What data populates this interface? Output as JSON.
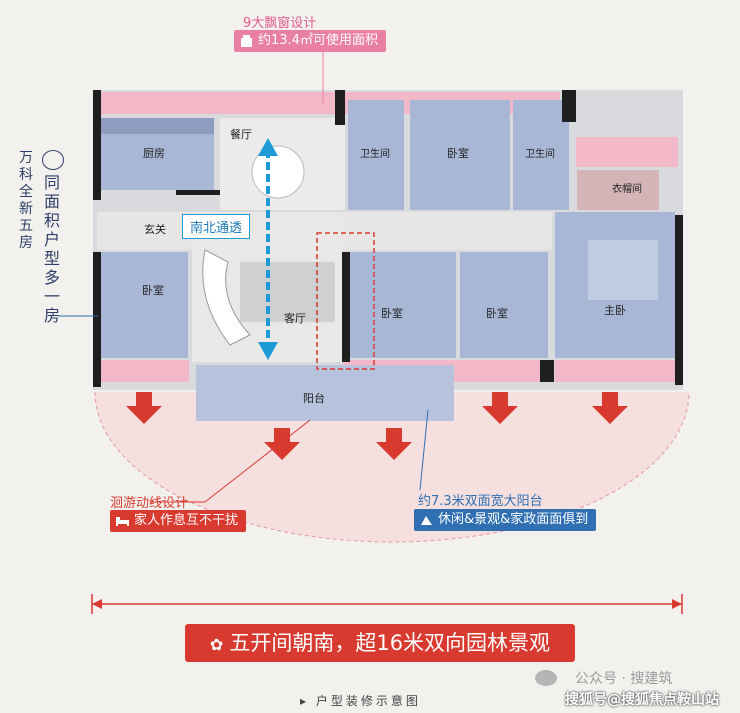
{
  "top_callout": {
    "title": "9大飘窗设计",
    "badge": "约13.4㎡可使用面积"
  },
  "side_callout": {
    "brand": [
      "万",
      "科",
      "全",
      "新",
      "五",
      "房"
    ],
    "headline": [
      "同",
      "面",
      "积",
      "户",
      "型",
      "多",
      "一",
      "房"
    ]
  },
  "rooms": {
    "kitchen": "厨房",
    "dining": "餐厅",
    "bath_1": "卫生间",
    "bedroom_top": "卧室",
    "bath_2": "卫生间",
    "closet": "衣帽间",
    "entry": "玄关",
    "bedroom_left": "卧室",
    "living": "客厅",
    "bedroom_mid": "卧室",
    "bedroom_right": "卧室",
    "master": "主卧",
    "balcony": "阳台"
  },
  "arrow_label": "南北通透",
  "left_callout": {
    "title": "洄游动线设计",
    "badge": "家人作息互不干扰"
  },
  "right_callout": {
    "title": "约7.3米双面宽大阳台",
    "badge": "休闲&景观&家政面面俱到"
  },
  "banner": "五开间朝南，超16米双向园林景观",
  "caption": "户型装修示意图",
  "watermark_1": "公众号 · 搜建筑",
  "watermark_2": "搜狐号@搜狐焦点鞍山站",
  "colors": {
    "pink": "#e97fa3",
    "red": "#d83a30",
    "blue": "#2f6fb2",
    "room": "#a9b7d6",
    "window": "#f2b8c8"
  }
}
